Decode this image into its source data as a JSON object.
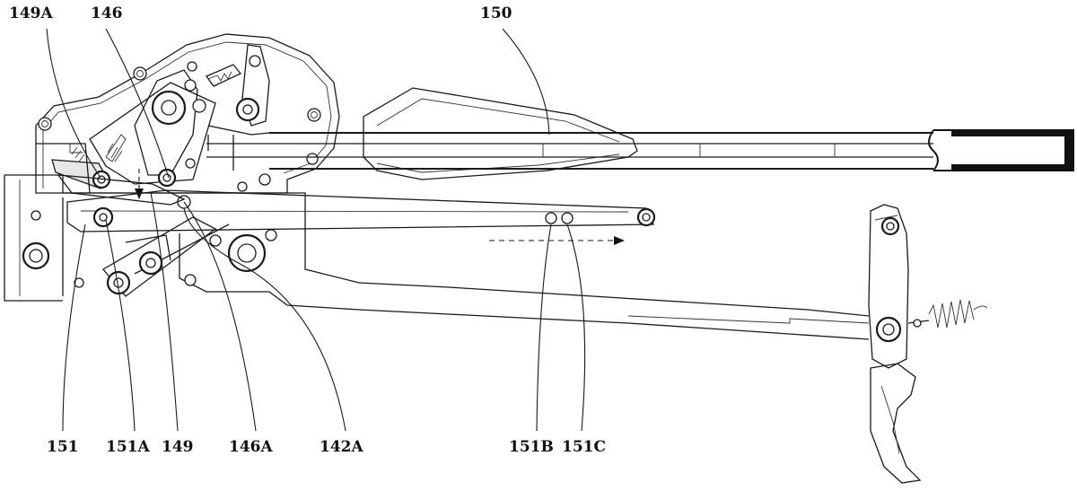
{
  "labels": {
    "l149A": "149A",
    "l146": "146",
    "l150": "150",
    "l151": "151",
    "l151A": "151A",
    "l149": "149",
    "l146A": "146A",
    "l142A": "142A",
    "l151B": "151B",
    "l151C": "151C"
  }
}
